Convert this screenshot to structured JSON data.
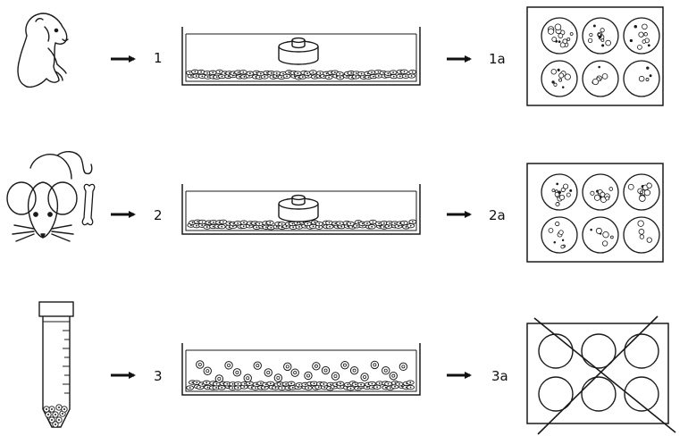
{
  "rows": [
    {
      "source": "neonatal-mouse-pup",
      "step": "1",
      "result": "1a",
      "insert": true,
      "cells_on_top": false,
      "crossed_out": false
    },
    {
      "source": "adult-mouse-with-bone",
      "step": "2",
      "result": "2a",
      "insert": true,
      "cells_on_top": false,
      "crossed_out": false
    },
    {
      "source": "centrifuge-tube-with-cells",
      "step": "3",
      "result": "3a",
      "insert": false,
      "cells_on_top": true,
      "crossed_out": true
    }
  ],
  "colors": {
    "line": "#1a1a1a",
    "background": "#ffffff"
  }
}
